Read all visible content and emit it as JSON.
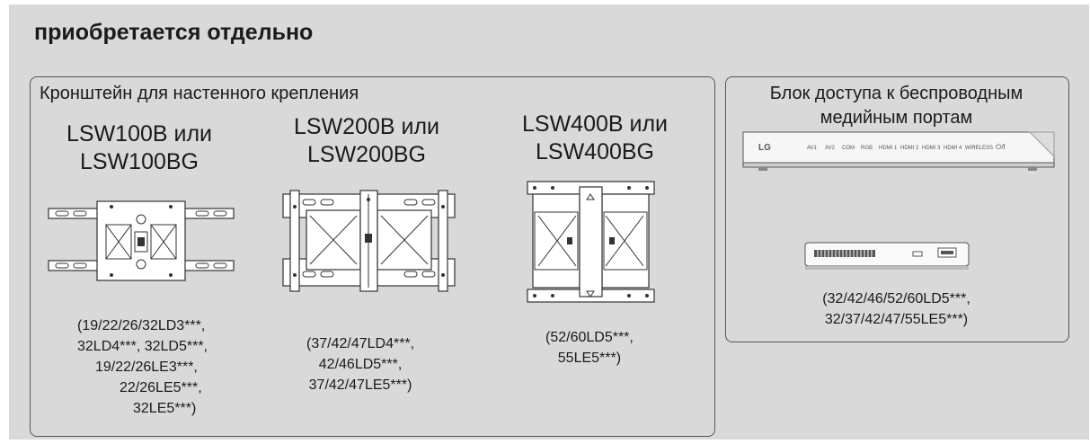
{
  "heading": "приобретается отдельно",
  "wall_mount": {
    "title": "Кронштейн для настенного крепления",
    "items": [
      {
        "model_line1": "LSW100B или",
        "model_line2": "LSW100BG",
        "compat": [
          "(19/22/26/32LD3***,",
          "32LD4***, 32LD5***,",
          "19/22/26LE3***,",
          "22/26LE5***,",
          "32LE5***)"
        ]
      },
      {
        "model_line1": "LSW200B или",
        "model_line2": "LSW200BG",
        "compat": [
          "(37/42/47LD4***,",
          "42/46LD5***,",
          "37/42/47LE5***)"
        ]
      },
      {
        "model_line1": "LSW400B или",
        "model_line2": "LSW400BG",
        "compat": [
          "(52/60LD5***,",
          "55LE5***)"
        ]
      }
    ]
  },
  "wireless_box": {
    "title_line1": "Блок доступа к беспроводным",
    "title_line2": "медийным портам",
    "front_panel_labels": [
      "LG",
      "AV1",
      "AV2",
      "COM",
      "RGB",
      "HDMI 1",
      "HDMI 2",
      "HDMI 3",
      "HDMI 4",
      "WIRELESS",
      "⏻/I"
    ],
    "compat": [
      "(32/42/46/52/60LD5***,",
      "32/37/42/47/55LE5***)"
    ]
  }
}
